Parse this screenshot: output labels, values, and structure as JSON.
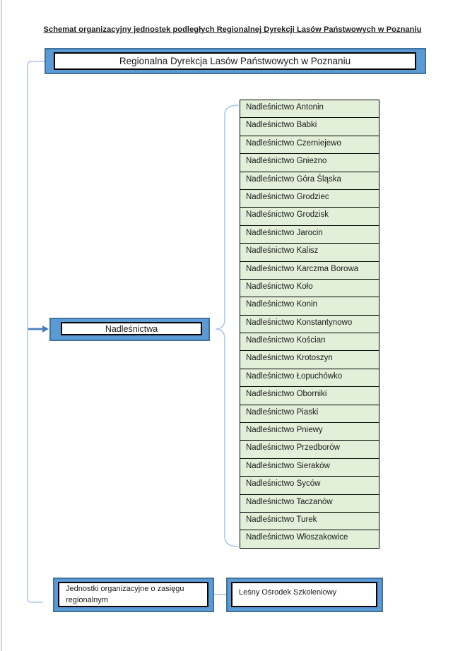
{
  "diagram": {
    "title": "Schemat organizacyjny jednostek podległych Regionalnej Dyrekcji Lasów Państwowych w Poznaniu",
    "root": "Regionalna Dyrekcja Lasów Państwowych w Poznaniu",
    "branch_nadlesnictwa": {
      "label": "Nadleśnictwa"
    },
    "branch_regional": {
      "label": "Jednostki organizacyjne o zasięgu regionalnym",
      "units": [
        "Leśny Ośrodek Szkoleniowy"
      ]
    }
  },
  "districts": [
    "Nadleśnictwo Antonin",
    "Nadleśnictwo Babki",
    "Nadleśnictwo Czerniejewo",
    "Nadleśnictwo Gniezno",
    "Nadleśnictwo Góra Śląska",
    "Nadleśnictwo Grodziec",
    "Nadleśnictwo Grodzisk",
    "Nadleśnictwo Jarocin",
    "Nadleśnictwo Kalisz",
    "Nadleśnictwo Karczma Borowa",
    "Nadleśnictwo Koło",
    "Nadleśnictwo Konin",
    "Nadleśnictwo Konstantynowo",
    "Nadleśnictwo Kościan",
    "Nadleśnictwo Krotoszyn",
    "Nadleśnictwo Łopuchówko",
    "Nadleśnictwo Oborniki",
    "Nadleśnictwo Piaski",
    "Nadleśnictwo Pniewy",
    "Nadleśnictwo Przedborów",
    "Nadleśnictwo Sieraków",
    "Nadleśnictwo Syców",
    "Nadleśnictwo Taczanów",
    "Nadleśnictwo Turek",
    "Nadleśnictwo Włoszakowice"
  ],
  "colors": {
    "node_fill": "#5b9bd5",
    "node_border": "#41719c",
    "district_fill": "#e2efd9",
    "connector_line": "#a9c6e8",
    "arrow": "#4a7ebb",
    "text": "#1a1a1a"
  }
}
